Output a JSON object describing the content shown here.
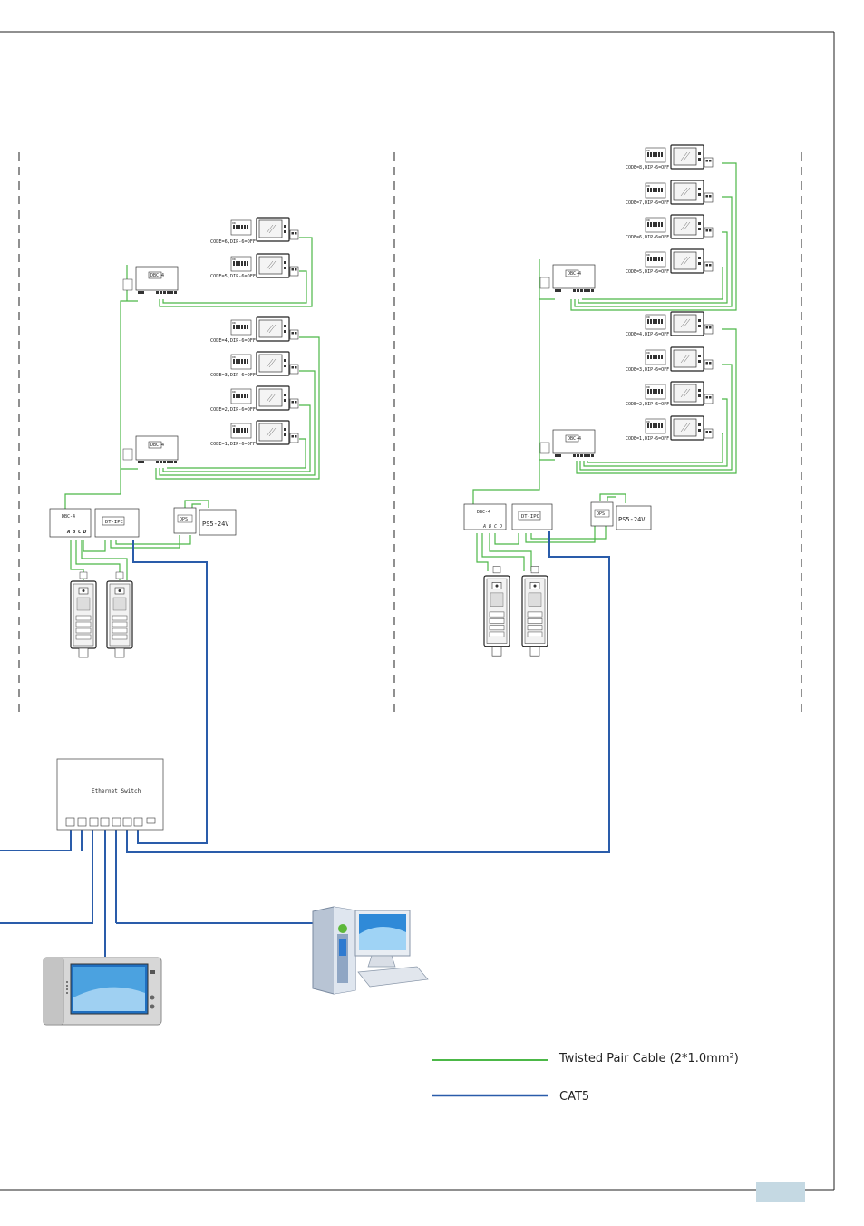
{
  "colors": {
    "twisted_pair": "#4cb848",
    "cat5": "#2a5caa",
    "frame": "#222222",
    "page_tab": "#c5d9e3"
  },
  "legend": {
    "twisted_pair_label": "Twisted Pair Cable (2*1.0mm²)",
    "cat5_label": "CAT5"
  },
  "left_building": {
    "monitor_codes": [
      "CODE=6,DIP-6=OFF",
      "CODE=5,DIP-6=OFF",
      "CODE=4,DIP-6=OFF",
      "CODE=3,DIP-6=OFF",
      "CODE=2,DIP-6=OFF",
      "CODE=1,DIP-6=OFF"
    ],
    "distributor_label": "DBC-4",
    "converter_label": "DT-IPC",
    "power_module_label": "DPS",
    "power_supply_label": "PS5-24V",
    "terminal_labels": [
      "A",
      "B",
      "C",
      "D"
    ]
  },
  "right_building": {
    "monitor_codes": [
      "CODE=8,DIP-6=OFF",
      "CODE=7,DIP-6=OFF",
      "CODE=6,DIP-6=OFF",
      "CODE=5,DIP-6=OFF",
      "CODE=4,DIP-6=OFF",
      "CODE=3,DIP-6=OFF",
      "CODE=2,DIP-6=OFF",
      "CODE=1,DIP-6=OFF"
    ],
    "distributor_label": "DBC-4",
    "converter_label": "DT-IPC",
    "power_module_label": "DPS",
    "power_supply_label": "PS5-24V",
    "terminal_labels": [
      "A",
      "B",
      "C",
      "D"
    ]
  },
  "network": {
    "switch_label": "Ethernet Switch"
  }
}
